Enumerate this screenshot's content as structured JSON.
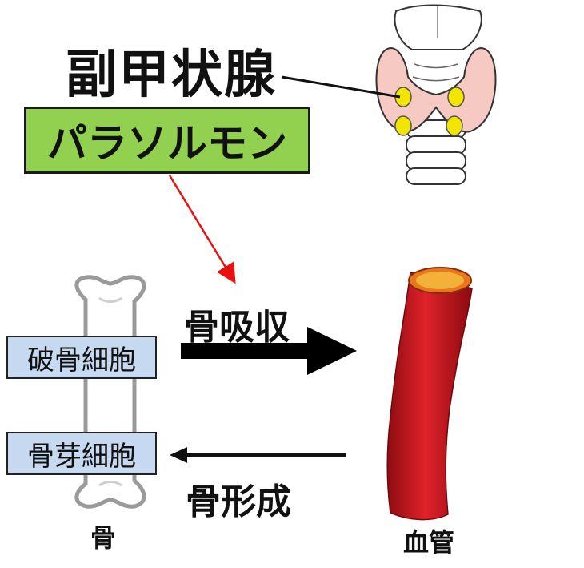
{
  "title": "副甲状腺",
  "hormone": "パラソルモン",
  "cells": {
    "osteoclast": "破骨細胞",
    "osteoblast": "骨芽細胞"
  },
  "processes": {
    "resorption": "骨吸収",
    "formation": "骨形成"
  },
  "labels": {
    "bone": "骨",
    "vessel": "血管"
  },
  "colors": {
    "hormone_box": "#92d050",
    "cell_box": "#c6d9f1",
    "stimulus_arrow": "#e81010",
    "vessel": "#c8141c",
    "parathyroid": "#f2e600",
    "thyroid": "#f7c9c3"
  }
}
